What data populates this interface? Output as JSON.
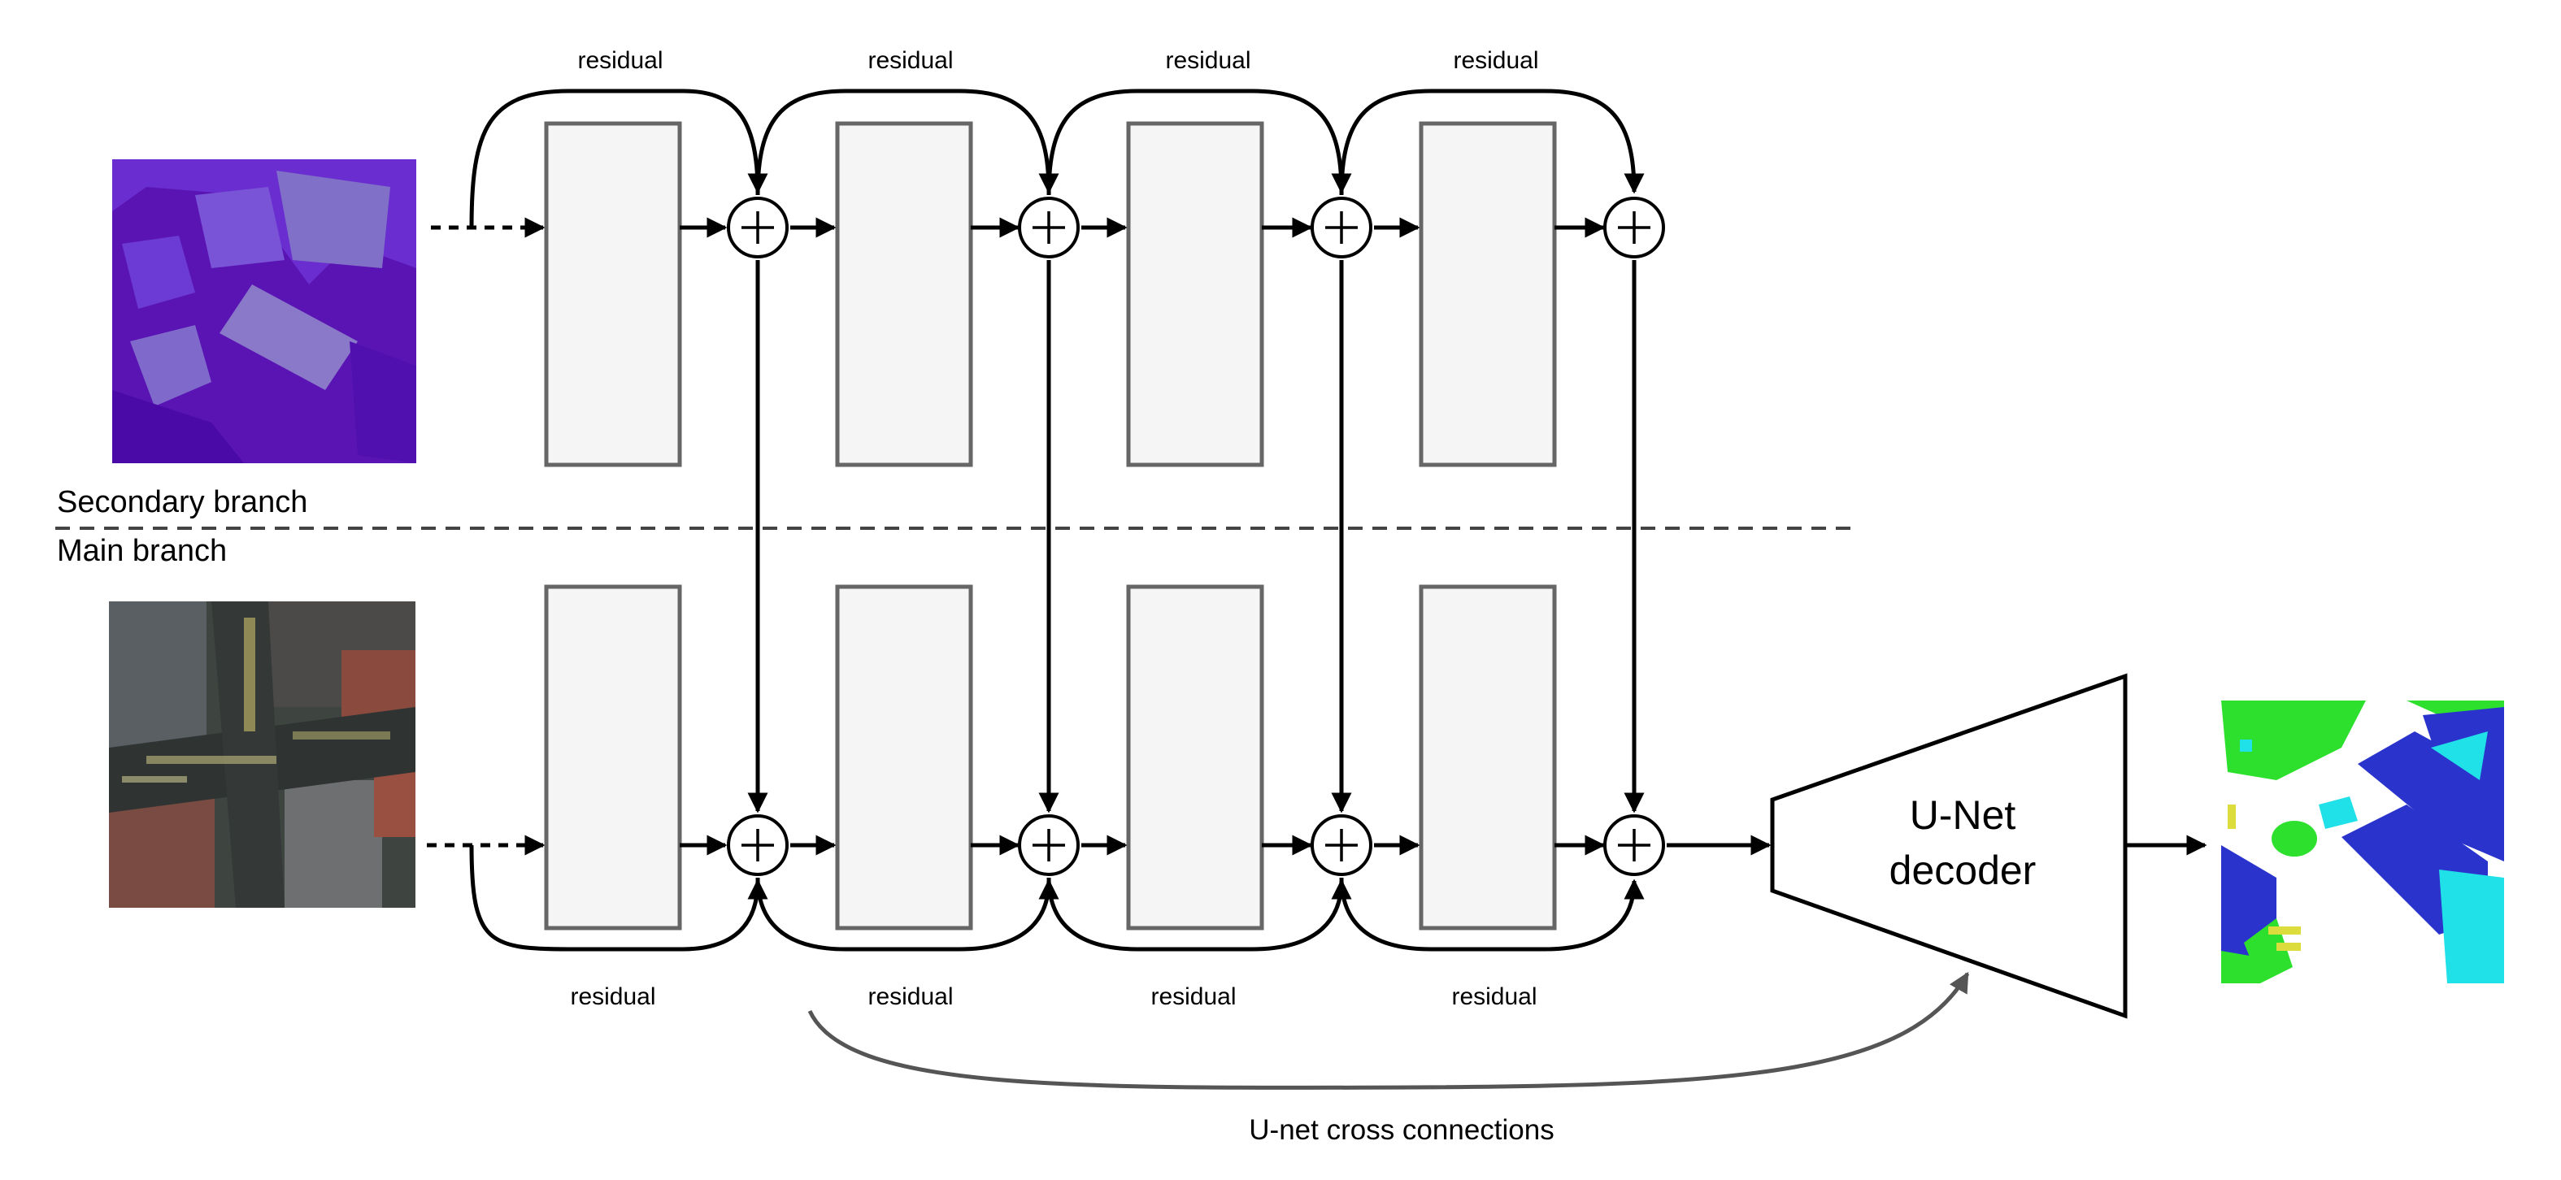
{
  "labels": {
    "residual": "residual",
    "secondary_branch": "Secondary branch",
    "main_branch": "Main branch",
    "decoder_line1": "U-Net",
    "decoder_line2": "decoder",
    "cross_connections": "U-net cross connections"
  },
  "colors": {
    "block_fill": "#f5f5f5",
    "block_stroke": "#666666",
    "cross_arrow": "#555555",
    "height_map_purple": "#5a14b4",
    "seg_blue": "#2a33cc",
    "seg_green": "#2ee02e",
    "seg_cyan": "#20e0e8",
    "seg_yellow": "#dcdc3c"
  },
  "images": {
    "secondary_input": "height-map-icon",
    "main_input": "aerial-photo-icon",
    "output": "segmentation-map-icon"
  },
  "blocks_per_branch": 4
}
